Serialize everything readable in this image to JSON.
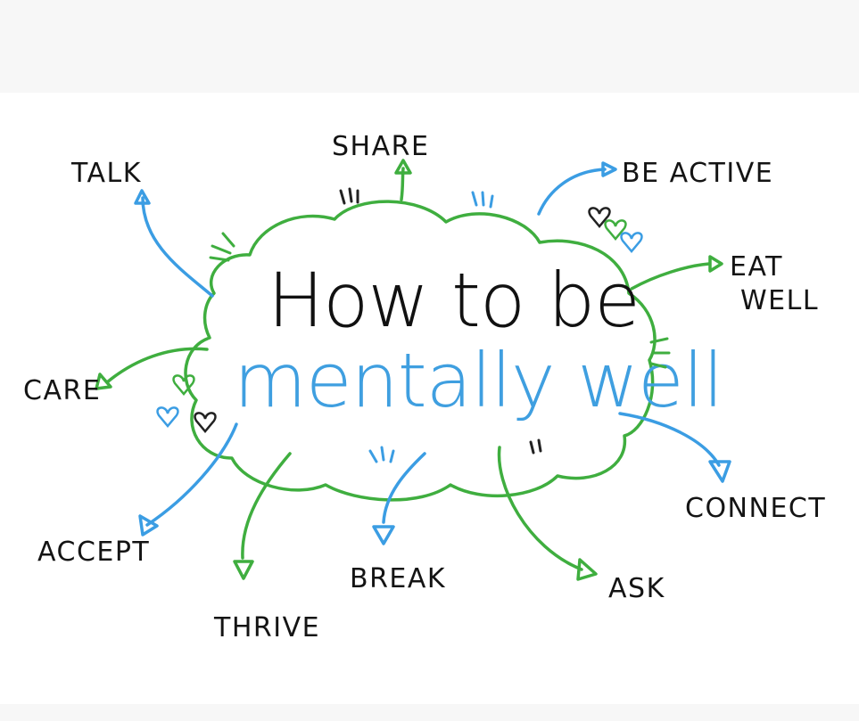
{
  "title": {
    "line1": "How to be",
    "line2": "mentally well"
  },
  "labels": {
    "share": "SHARE",
    "talk": "TALK",
    "be_active": "BE ACTIVE",
    "eat": "EAT",
    "well": "WELL",
    "care": "CARE",
    "connect": "CONNECT",
    "accept": "ACCEPT",
    "thrive": "THRIVE",
    "break": "BREAK",
    "ask": "ASK"
  },
  "colors": {
    "green": "#3fae3f",
    "blue": "#3b9de3",
    "ink": "#141414"
  }
}
